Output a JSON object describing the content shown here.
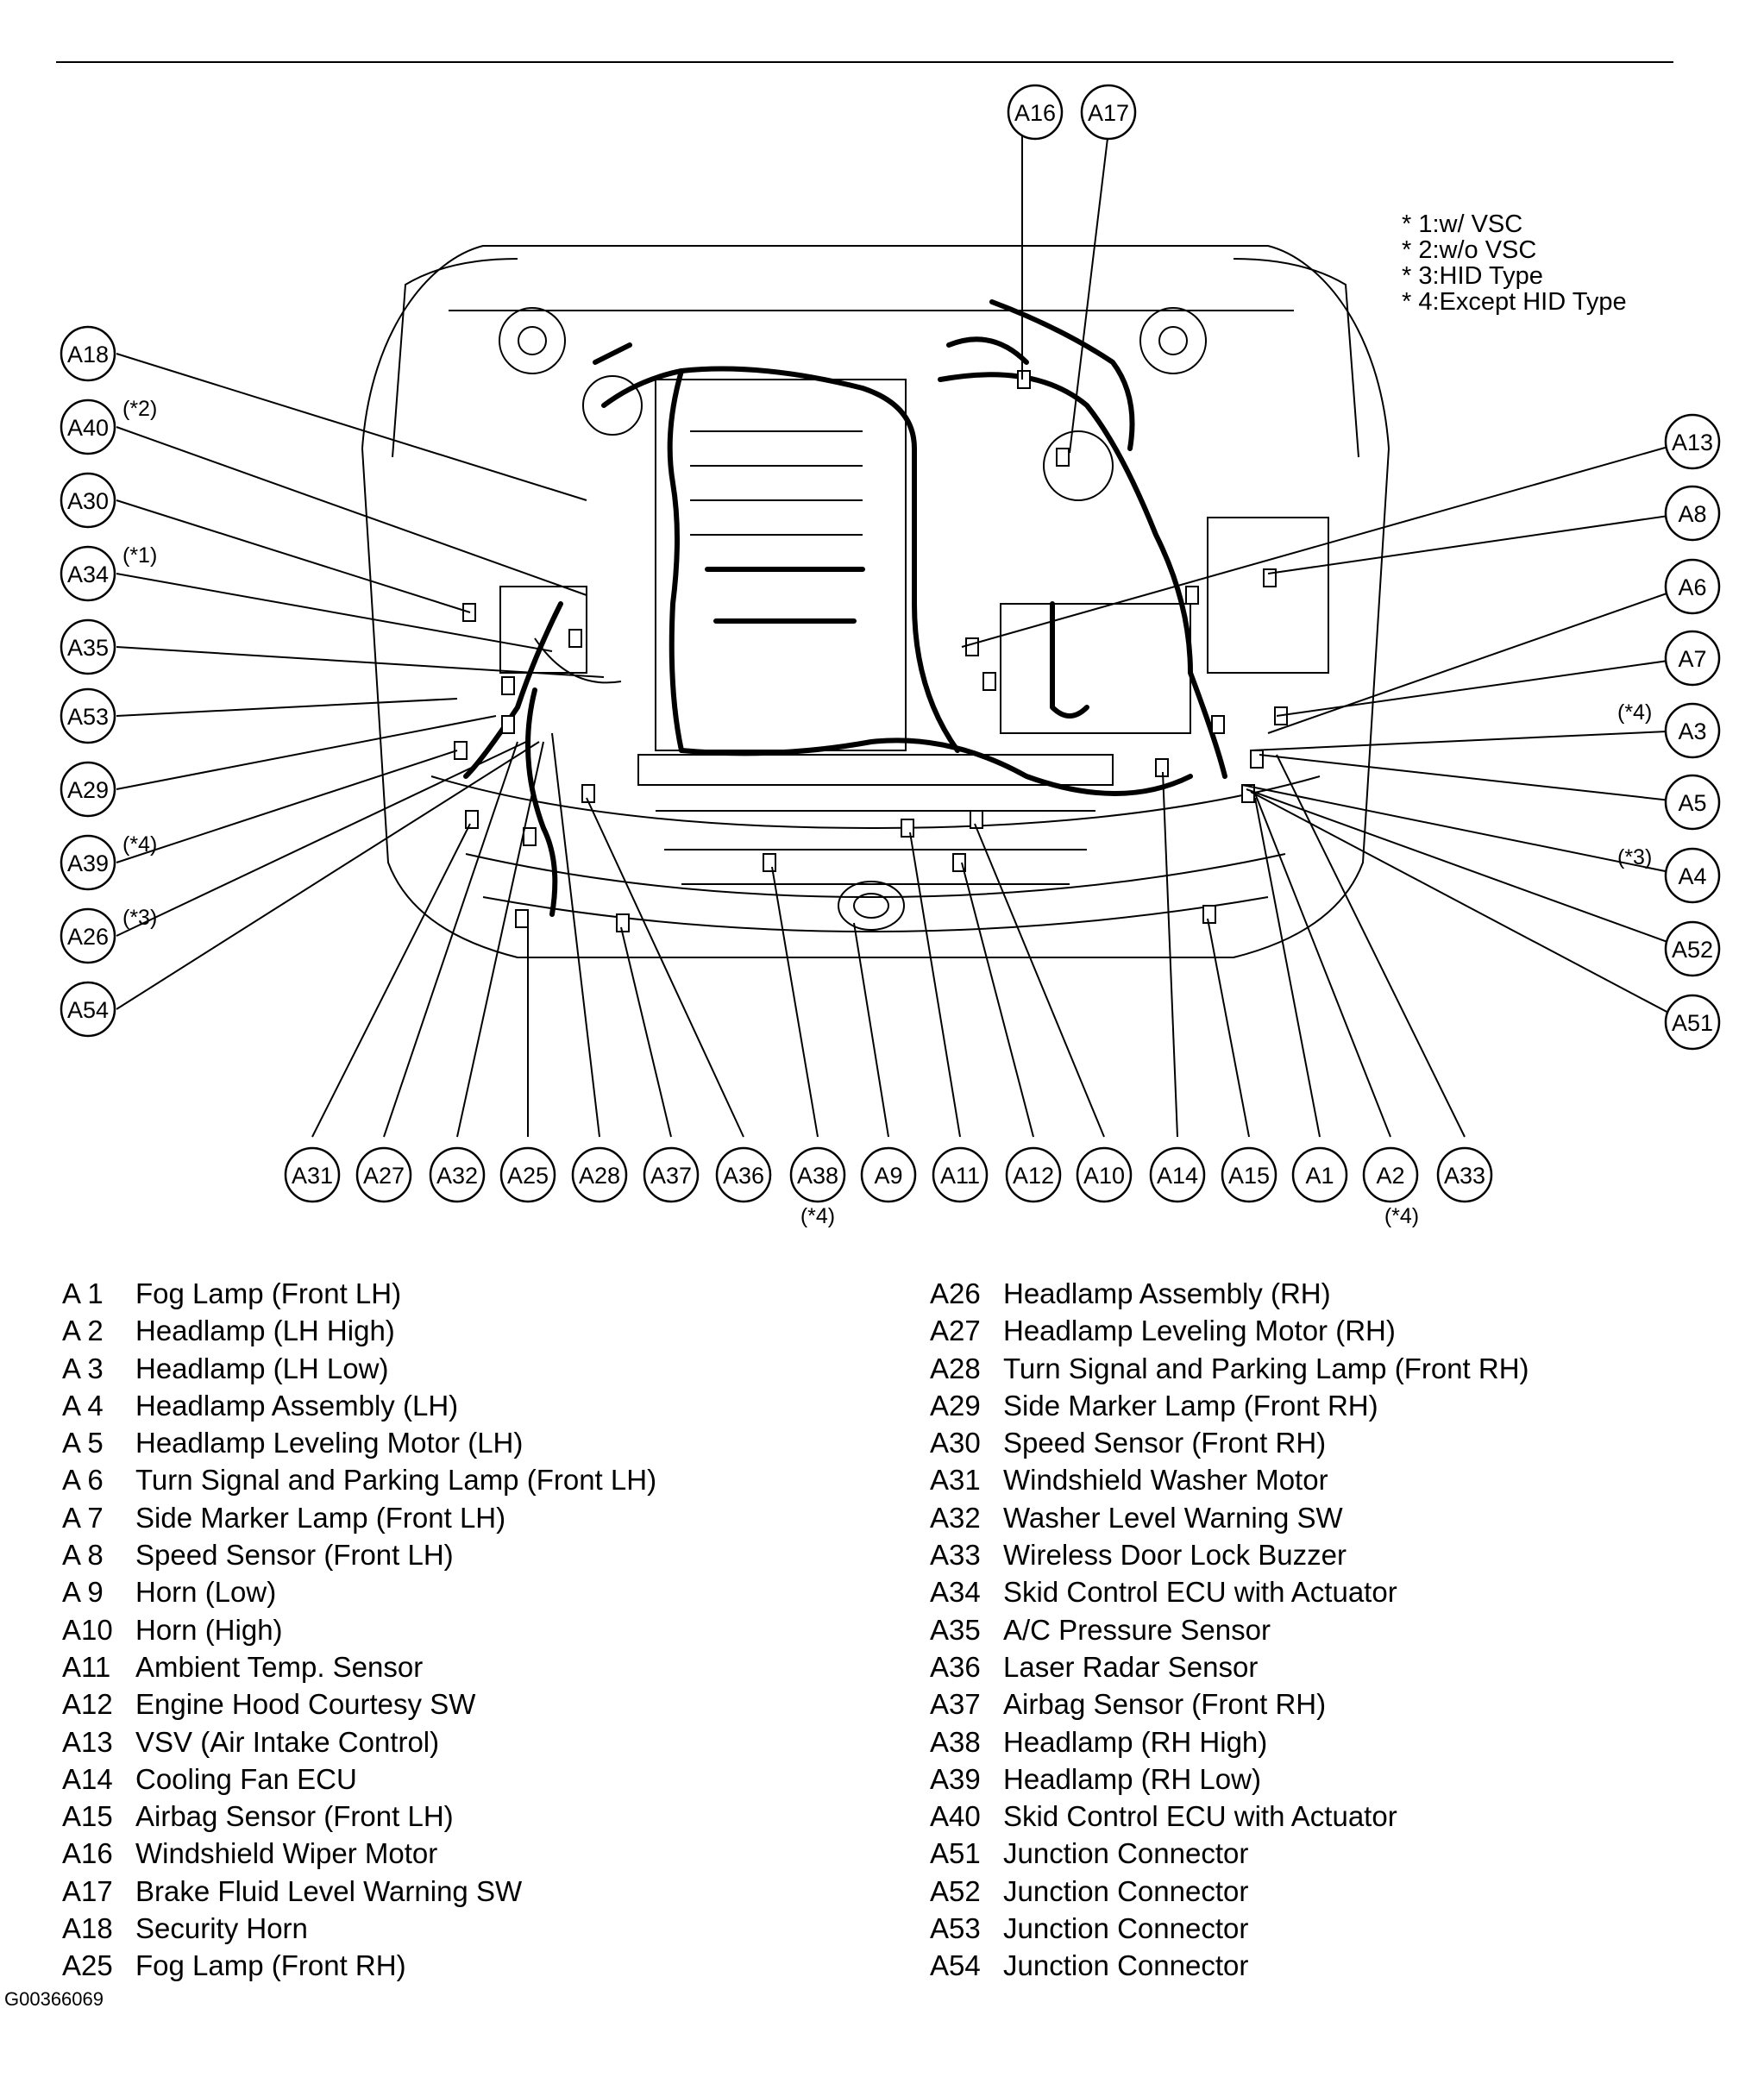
{
  "notes": [
    "* 1:w/ VSC",
    "* 2:w/o VSC",
    "* 3:HID Type",
    "* 4:Except HID Type"
  ],
  "callouts": {
    "A16": "A16",
    "A17": "A17",
    "A18": "A18",
    "A40": "A40",
    "A30": "A30",
    "A34": "A34",
    "A35": "A35",
    "A53": "A53",
    "A29": "A29",
    "A39": "A39",
    "A26": "A26",
    "A54": "A54",
    "A13": "A13",
    "A8": "A8",
    "A6": "A6",
    "A7": "A7",
    "A3": "A3",
    "A5": "A5",
    "A4": "A4",
    "A52": "A52",
    "A51": "A51",
    "A31": "A31",
    "A27": "A27",
    "A32": "A32",
    "A25": "A25",
    "A28": "A28",
    "A37": "A37",
    "A36": "A36",
    "A38": "A38",
    "A9": "A9",
    "A11": "A11",
    "A12": "A12",
    "A10": "A10",
    "A14": "A14",
    "A15": "A15",
    "A1": "A1",
    "A2": "A2",
    "A33": "A33"
  },
  "footnote_marks": {
    "A40": "(*2)",
    "A34": "(*1)",
    "A39": "(*4)",
    "A26": "(*3)",
    "A3": "(*4)",
    "A4": "(*3)",
    "A38": "(*4)",
    "A2": "(*4)"
  },
  "legend_left": [
    {
      "code": "A  1",
      "name": "Fog Lamp (Front LH)"
    },
    {
      "code": "A  2",
      "name": "Headlamp (LH High)"
    },
    {
      "code": "A  3",
      "name": "Headlamp (LH Low)"
    },
    {
      "code": "A  4",
      "name": "Headlamp Assembly (LH)"
    },
    {
      "code": "A  5",
      "name": "Headlamp Leveling Motor (LH)"
    },
    {
      "code": "A  6",
      "name": "Turn Signal and Parking Lamp (Front LH)"
    },
    {
      "code": "A  7",
      "name": "Side Marker Lamp (Front LH)"
    },
    {
      "code": "A  8",
      "name": "Speed Sensor (Front LH)"
    },
    {
      "code": "A  9",
      "name": "Horn (Low)"
    },
    {
      "code": "A10",
      "name": "Horn (High)"
    },
    {
      "code": "A11",
      "name": "Ambient Temp. Sensor"
    },
    {
      "code": "A12",
      "name": "Engine Hood Courtesy SW"
    },
    {
      "code": "A13",
      "name": "VSV (Air Intake Control)"
    },
    {
      "code": "A14",
      "name": "Cooling Fan ECU"
    },
    {
      "code": "A15",
      "name": "Airbag Sensor (Front LH)"
    },
    {
      "code": "A16",
      "name": "Windshield Wiper Motor"
    },
    {
      "code": "A17",
      "name": "Brake Fluid Level Warning SW"
    },
    {
      "code": "A18",
      "name": "Security Horn"
    },
    {
      "code": "A25",
      "name": "Fog Lamp (Front RH)"
    }
  ],
  "legend_right": [
    {
      "code": "A26",
      "name": "Headlamp Assembly (RH)"
    },
    {
      "code": "A27",
      "name": "Headlamp Leveling Motor (RH)"
    },
    {
      "code": "A28",
      "name": "Turn Signal and Parking Lamp (Front RH)"
    },
    {
      "code": "A29",
      "name": "Side Marker Lamp (Front RH)"
    },
    {
      "code": "A30",
      "name": "Speed Sensor (Front RH)"
    },
    {
      "code": "A31",
      "name": "Windshield Washer Motor"
    },
    {
      "code": "A32",
      "name": "Washer Level Warning SW"
    },
    {
      "code": "A33",
      "name": "Wireless Door Lock Buzzer"
    },
    {
      "code": "A34",
      "name": "Skid Control ECU with Actuator"
    },
    {
      "code": "A35",
      "name": "A/C Pressure Sensor"
    },
    {
      "code": "A36",
      "name": "Laser Radar Sensor"
    },
    {
      "code": "A37",
      "name": "Airbag Sensor (Front RH)"
    },
    {
      "code": "A38",
      "name": "Headlamp (RH High)"
    },
    {
      "code": "A39",
      "name": "Headlamp (RH Low)"
    },
    {
      "code": "A40",
      "name": "Skid Control ECU with Actuator"
    },
    {
      "code": "A51",
      "name": "Junction Connector"
    },
    {
      "code": "A52",
      "name": "Junction Connector"
    },
    {
      "code": "A53",
      "name": "Junction Connector"
    },
    {
      "code": "A54",
      "name": "Junction Connector"
    }
  ],
  "figure_id": "G00366069"
}
